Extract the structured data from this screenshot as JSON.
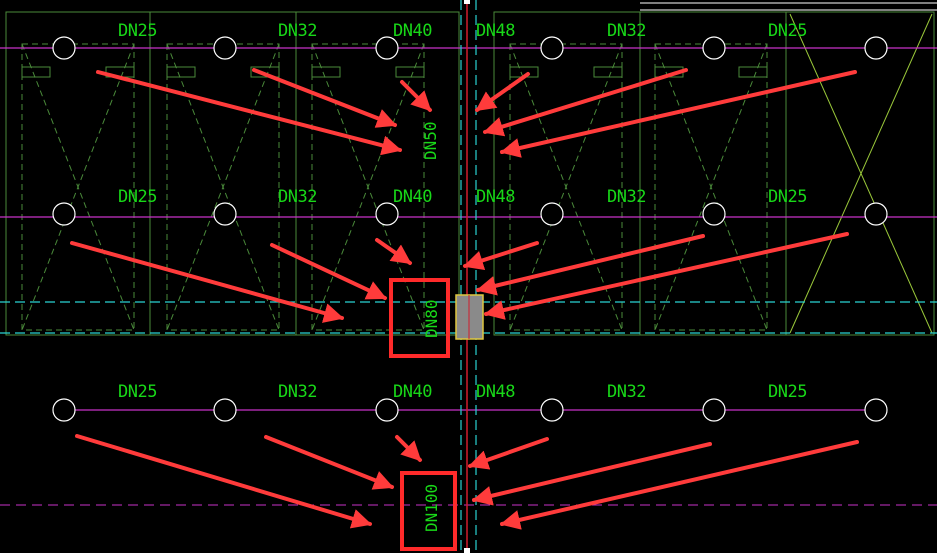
{
  "colors": {
    "background": "#000000",
    "pipe_label": "#18d818",
    "main_pipe": "#d21c2c",
    "centerline": "#2ad2d2",
    "branch": "#c832c8",
    "frame": "#4a8a3a",
    "arrow": "#ff3b3b",
    "highlight_box": "#ff2a2a",
    "fixture": "#ffffff",
    "valve_fill": "#8a8a8a",
    "valve_stroke": "#e0c840",
    "border_white": "#ffffff"
  },
  "rows": [
    {
      "labels": [
        "DN25",
        "DN32",
        "DN40",
        "DN48",
        "DN32",
        "DN25"
      ],
      "main_label": "DN50"
    },
    {
      "labels": [
        "DN25",
        "DN32",
        "DN40",
        "DN48",
        "DN32",
        "DN25"
      ],
      "main_label": "DN80"
    },
    {
      "labels": [
        "DN25",
        "DN32",
        "DN40",
        "DN48",
        "DN32",
        "DN25"
      ],
      "main_label": "DN100"
    }
  ]
}
